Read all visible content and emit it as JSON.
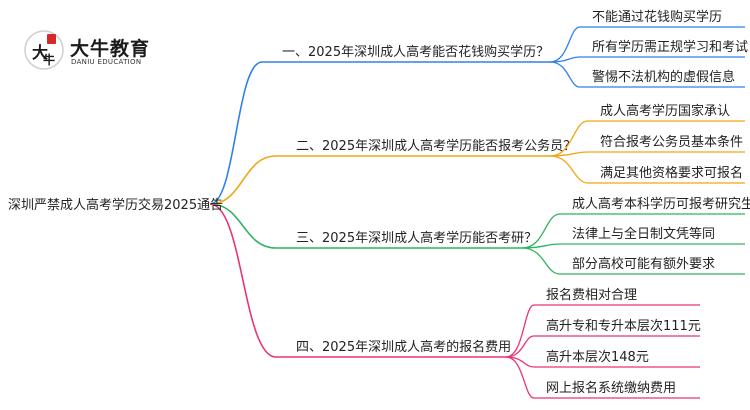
{
  "logo": {
    "name_cn": "大牛教育",
    "name_en": "DANIU EDUCATION",
    "mark_text": "大牛",
    "mark_accent": "#d6282b"
  },
  "root": {
    "label": "深圳严禁成人高考学历交易2025通告"
  },
  "branches": [
    {
      "label": "一、2025年深圳成人高考能否花钱购买学历？",
      "color": "#2f80ed",
      "children": [
        "不能通过花钱购买学历",
        "所有学历需正规学习和考试",
        "警惕不法机构的虚假信息"
      ]
    },
    {
      "label": "二、2025年深圳成人高考学历能否报考公务员？",
      "color": "#f2a516",
      "children": [
        "成人高考学历国家承认",
        "符合报考公务员基本条件",
        "满足其他资格要求可报名"
      ]
    },
    {
      "label": "三、2025年深圳成人高考学历能否考研？",
      "color": "#2fb361",
      "children": [
        "成人高考本科学历可报考研究生",
        "法律上与全日制文凭等同",
        "部分高校可能有额外要求"
      ]
    },
    {
      "label": "四、2025年深圳成人高考的报名费用",
      "color": "#e8337a",
      "children": [
        "报名费相对合理",
        "高升专和专升本层次111元",
        "高升本层次148元",
        "网上报名系统缴纳费用"
      ]
    }
  ]
}
